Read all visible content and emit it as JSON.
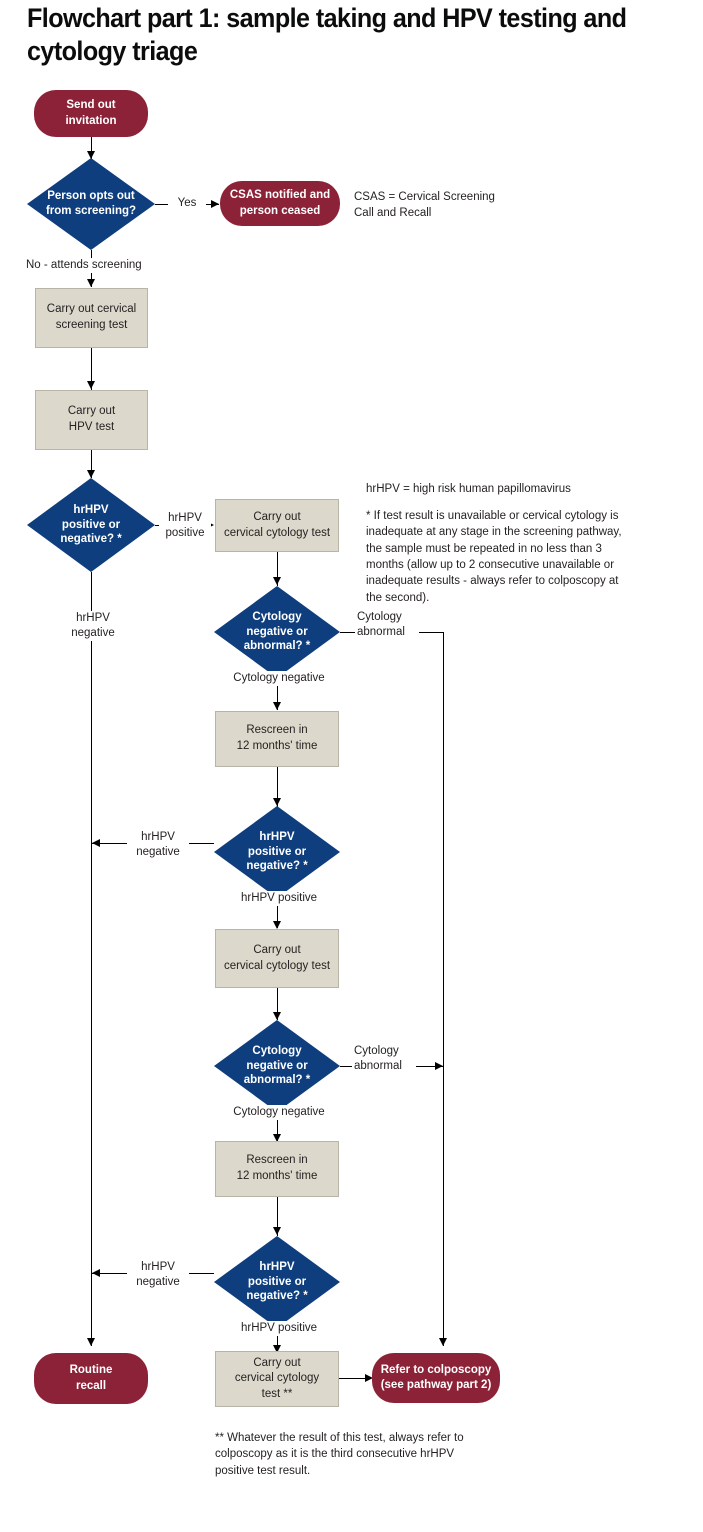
{
  "title": "Flowchart part 1: sample taking and HPV testing and cytology triage",
  "colors": {
    "terminal": "#8c2237",
    "decision": "#0e3e7e",
    "process": "#dcd9cc",
    "process_border": "#b9b5a6",
    "text": "#231f20",
    "connector": "#000000",
    "background": "#ffffff"
  },
  "nodes": {
    "send_invitation": "Send out\ninvitation",
    "opts_out": "Person opts out\nfrom screening?",
    "csas_notified": "CSAS notified and\nperson ceased",
    "cervical_screening_test": "Carry out cervical\nscreening test",
    "hpv_test": "Carry out\nHPV test",
    "hrhpv_decision_1": "hrHPV\npositive or\nnegative? *",
    "cytology_test_1": "Carry out\ncervical cytology test",
    "cytology_decision_1": "Cytology\nnegative or\nabnormal? *",
    "rescreen_1": "Rescreen in\n12 months' time",
    "hrhpv_decision_2": "hrHPV\npositive or\nnegative? *",
    "cytology_test_2": "Carry out\ncervical cytology test",
    "cytology_decision_2": "Cytology\nnegative or\nabnormal? *",
    "rescreen_2": "Rescreen in\n12 months' time",
    "hrhpv_decision_3": "hrHPV\npositive or\nnegative? *",
    "cytology_test_3": "Carry out\ncervical cytology\ntest **",
    "routine_recall": "Routine\nrecall",
    "refer_colposcopy": "Refer to colposcopy\n(see pathway part 2)"
  },
  "edge_labels": {
    "yes": "Yes",
    "no_attends": "No - attends screening",
    "hrhpv_positive_1": "hrHPV\npositive",
    "hrhpv_negative_1": "hrHPV\nnegative",
    "cytology_abnormal_1": "Cytology\nabnormal",
    "cytology_negative_1": "Cytology negative",
    "hrhpv_negative_2": "hrHPV\nnegative",
    "hrhpv_positive_2": "hrHPV positive",
    "cytology_abnormal_2": "Cytology\nabnormal",
    "cytology_negative_2": "Cytology negative",
    "hrhpv_negative_3": "hrHPV\nnegative",
    "hrhpv_positive_3": "hrHPV positive"
  },
  "notes": {
    "csas_legend": "CSAS = Cervical Screening\nCall and Recall",
    "hrhpv_legend": "hrHPV = high risk human papillomavirus",
    "asterisk_note": "* If test result is unavailable or cervical cytology is inadequate at any stage in the screening pathway, the sample must be repeated in no less than 3 months (allow up to 2 consecutive unavailable or inadequate results - always refer to colposcopy at the second).",
    "double_asterisk_note": "** Whatever the result of this test, always refer to colposcopy as it is the third consecutive hrHPV positive test result."
  }
}
